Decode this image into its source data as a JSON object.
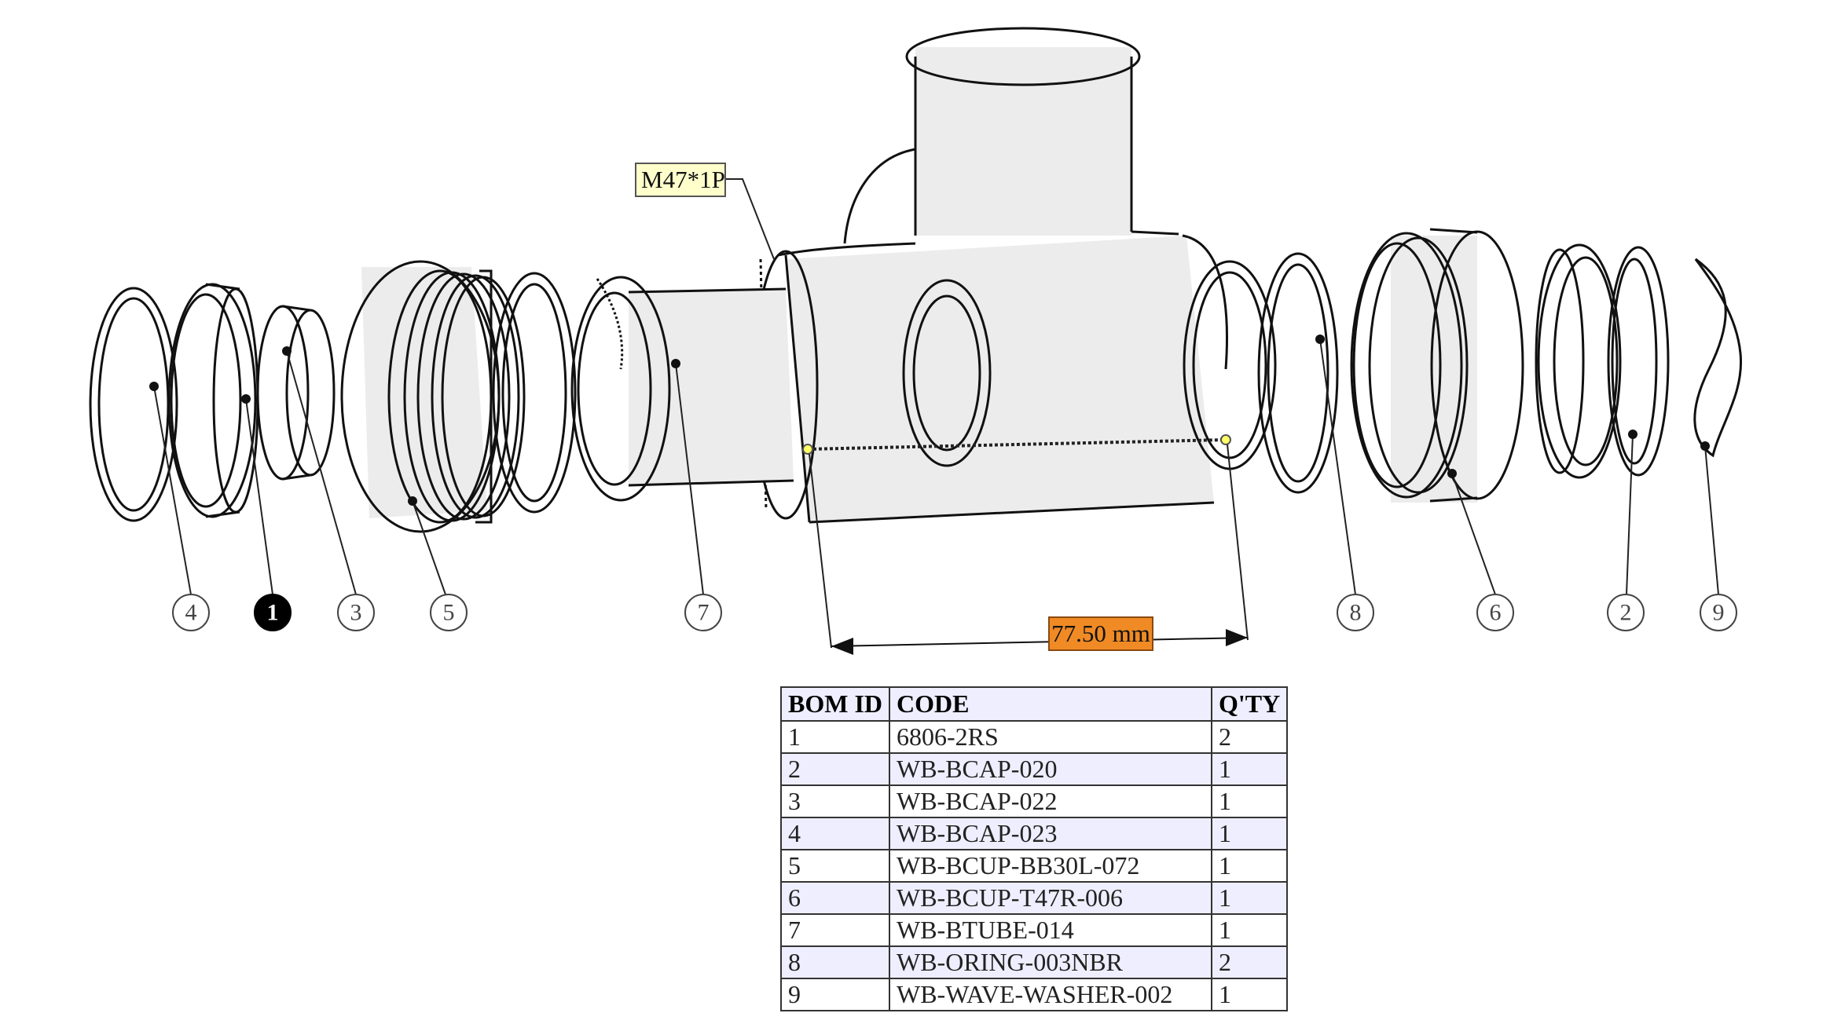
{
  "annotations": {
    "thread_label": "M47*1P",
    "dimension_label": "77.50 mm"
  },
  "balloons": [
    {
      "id": "4",
      "highlighted": false
    },
    {
      "id": "1",
      "highlighted": true
    },
    {
      "id": "3",
      "highlighted": false
    },
    {
      "id": "5",
      "highlighted": false
    },
    {
      "id": "7",
      "highlighted": false
    },
    {
      "id": "8",
      "highlighted": false
    },
    {
      "id": "6",
      "highlighted": false
    },
    {
      "id": "2",
      "highlighted": false
    },
    {
      "id": "9",
      "highlighted": false
    }
  ],
  "bom": {
    "headers": {
      "id": "BOM ID",
      "code": "CODE",
      "qty": "Q'TY"
    },
    "rows": [
      {
        "id": "1",
        "code": "6806-2RS",
        "qty": "2"
      },
      {
        "id": "2",
        "code": "WB-BCAP-020",
        "qty": "1"
      },
      {
        "id": "3",
        "code": "WB-BCAP-022",
        "qty": "1"
      },
      {
        "id": "4",
        "code": "WB-BCAP-023",
        "qty": "1"
      },
      {
        "id": "5",
        "code": "WB-BCUP-BB30L-072",
        "qty": "1"
      },
      {
        "id": "6",
        "code": "WB-BCUP-T47R-006",
        "qty": "1"
      },
      {
        "id": "7",
        "code": "WB-BTUBE-014",
        "qty": "1"
      },
      {
        "id": "8",
        "code": "WB-ORING-003NBR",
        "qty": "2"
      },
      {
        "id": "9",
        "code": "WB-WAVE-WASHER-002",
        "qty": "1"
      }
    ]
  },
  "colors": {
    "thread_label_bg": "#ffffcc",
    "dimension_label_bg": "#f08a24",
    "table_row_alt": "#eeeeff",
    "highlight_balloon": "#000000"
  }
}
